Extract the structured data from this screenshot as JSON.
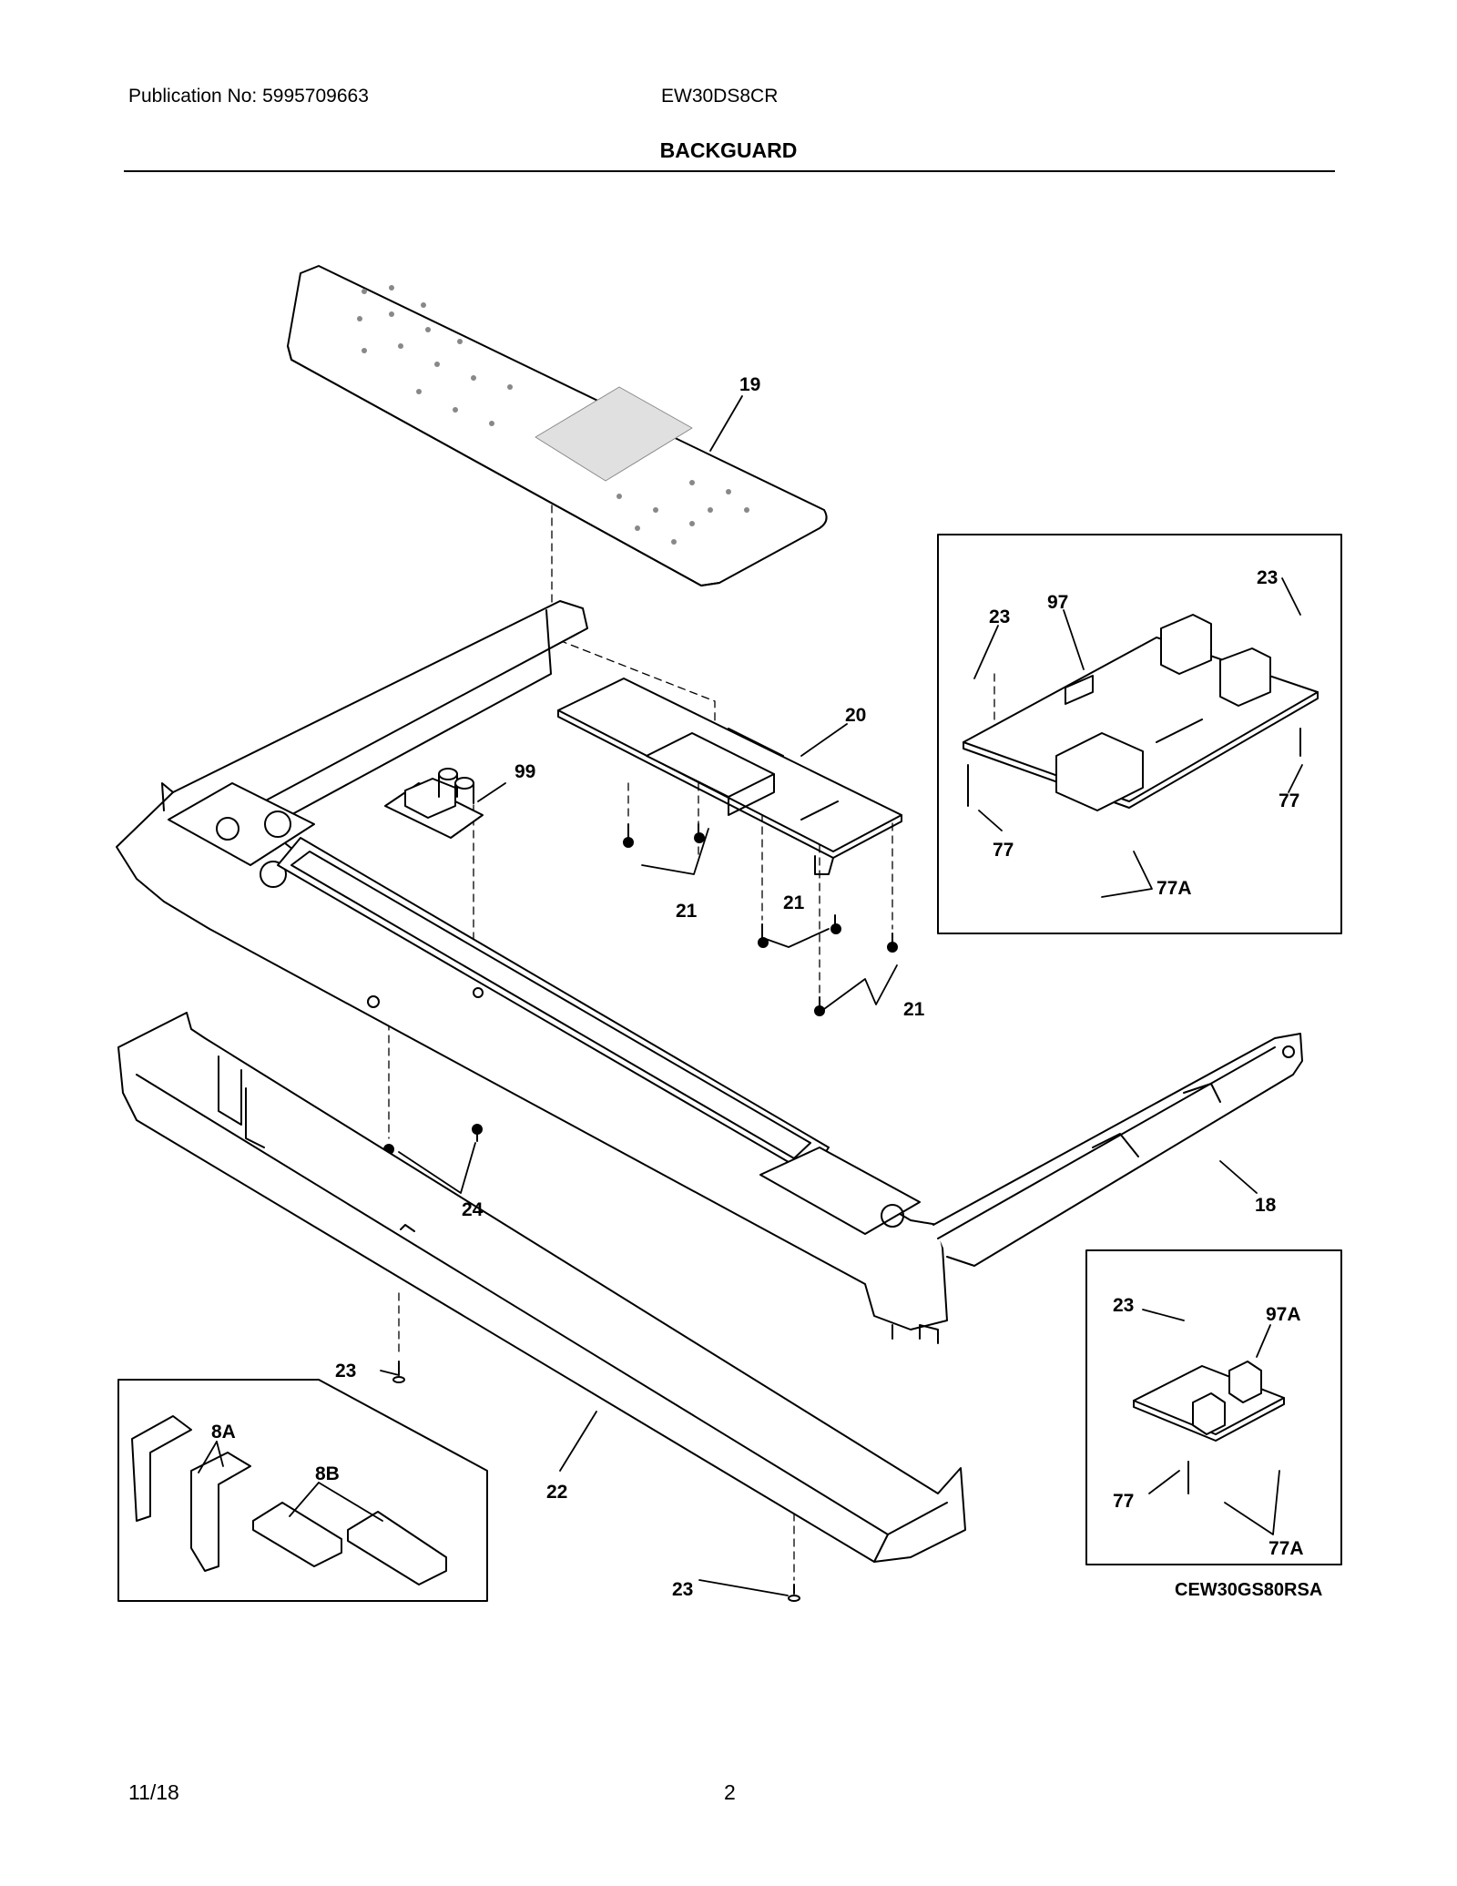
{
  "header": {
    "publication": "Publication No: 5995709663",
    "model": "EW30DS8CR",
    "section_title": "BACKGUARD"
  },
  "footer": {
    "date": "11/18",
    "page_number": "2"
  },
  "callouts": {
    "c18": "18",
    "c19": "19",
    "c20": "20",
    "c21a": "21",
    "c21b": "21",
    "c21c": "21",
    "c22": "22",
    "c23a": "23",
    "c23b": "23",
    "c24": "24",
    "c99": "99",
    "c8A": "8A",
    "c8B": "8B"
  },
  "inset_top": {
    "c23a": "23",
    "c23b": "23",
    "c97": "97",
    "c77a": "77",
    "c77b": "77",
    "c77A": "77A"
  },
  "inset_bottom": {
    "c23": "23",
    "c97A": "97A",
    "c77": "77",
    "c77A": "77A",
    "variant_label": "CEW30GS80RSA"
  }
}
